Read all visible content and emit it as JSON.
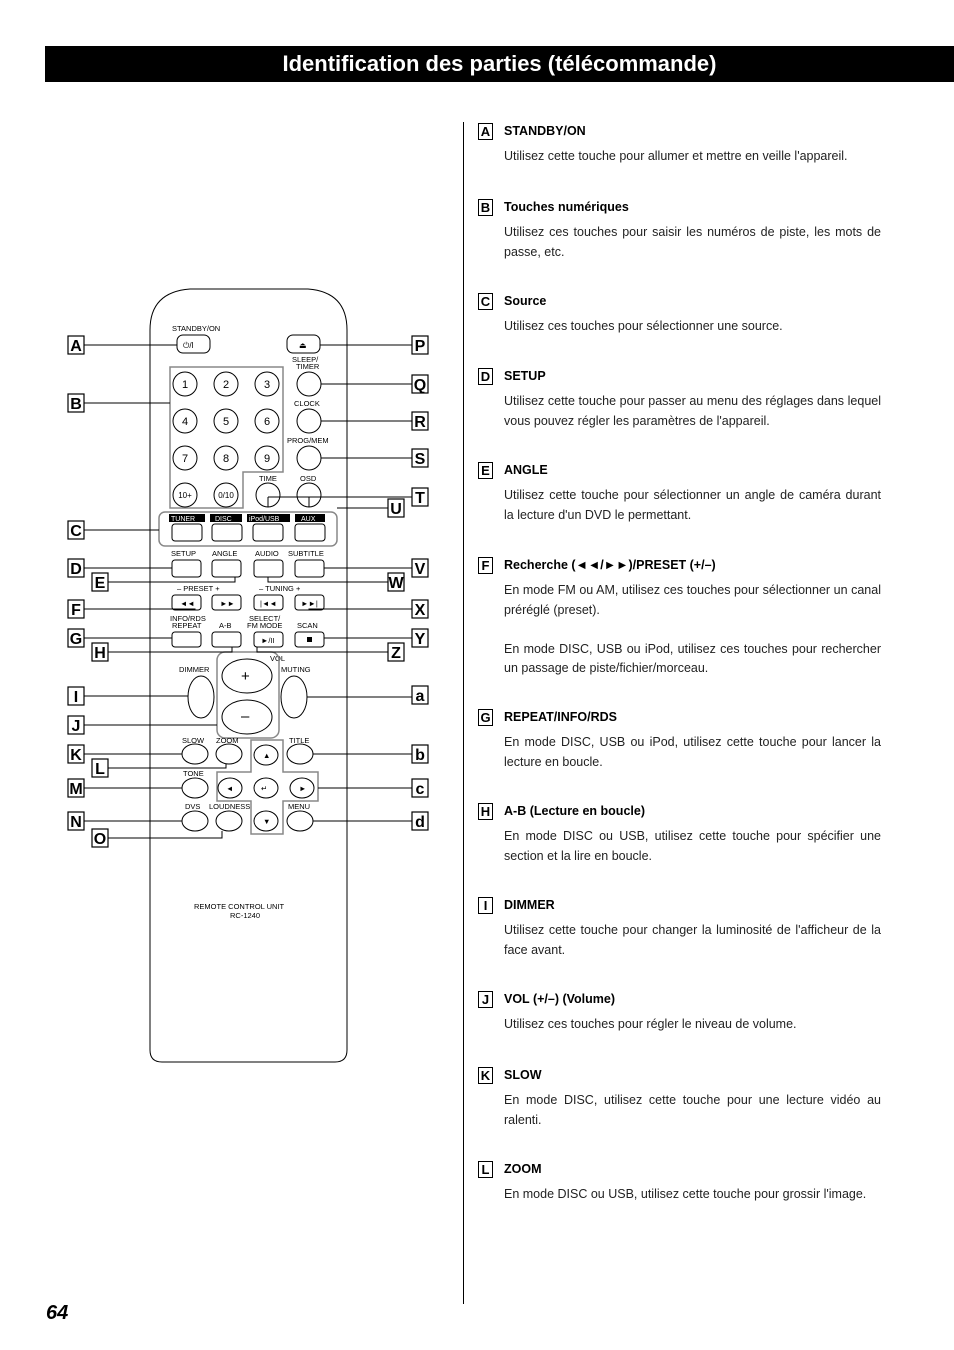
{
  "header": {
    "title": "Identification des parties (télécommande)"
  },
  "page_number": "64",
  "remote": {
    "labels": {
      "standby_on": "STANDBY/ON",
      "standby_symbol": "⏻/I",
      "eject_symbol": "⏏",
      "sleep": "SLEEP/",
      "timer": "TIMER",
      "clock": "CLOCK",
      "prog_mem": "PROG/MEM",
      "time": "TIME",
      "osd": "OSD",
      "tuner": "TUNER",
      "disc": "DISC",
      "ipod_usb": "iPod/USB",
      "aux": "AUX",
      "setup": "SETUP",
      "angle": "ANGLE",
      "audio": "AUDIO",
      "subtitle": "SUBTITLE",
      "preset": "–  PRESET  +",
      "tuning": "–  TUNING  +",
      "info_rds": "INFO/RDS",
      "repeat": "REPEAT",
      "a_b": "A-B",
      "select": "SELECT/",
      "fm_mode": "FM MODE",
      "scan": "SCAN",
      "vol": "VOL",
      "dimmer": "DIMMER",
      "muting": "MUTING",
      "vol_plus": "+",
      "vol_minus": "–",
      "slow": "SLOW",
      "zoom": "ZOOM",
      "title": "TITLE",
      "tone": "TONE",
      "dvs": "DVS",
      "loudness": "LOUDNESS",
      "menu": "MENU",
      "unit": "REMOTE CONTROL UNIT",
      "model": "RC-1240"
    },
    "number_keys": [
      "1",
      "2",
      "3",
      "4",
      "5",
      "6",
      "7",
      "8",
      "9",
      "10+",
      "0/10"
    ],
    "callouts_left": [
      "A",
      "B",
      "C",
      "D",
      "E",
      "F",
      "G",
      "H",
      "I",
      "J",
      "K",
      "L",
      "M",
      "N",
      "O"
    ],
    "callouts_right": [
      "P",
      "Q",
      "R",
      "S",
      "T",
      "U",
      "V",
      "W",
      "X",
      "Y",
      "Z",
      "a",
      "b",
      "c",
      "d"
    ]
  },
  "entries": [
    {
      "letter": "A",
      "title": "STANDBY/ON",
      "paragraphs": [
        "Utilisez cette touche pour allumer et mettre en veille l'appareil."
      ]
    },
    {
      "letter": "B",
      "title": "Touches numériques",
      "paragraphs": [
        "Utilisez ces touches pour saisir les numéros de piste, les mots de passe, etc."
      ]
    },
    {
      "letter": "C",
      "title": "Source",
      "paragraphs": [
        "Utilisez ces touches pour sélectionner une source."
      ]
    },
    {
      "letter": "D",
      "title": "SETUP",
      "paragraphs": [
        "Utilisez cette touche pour passer au menu des réglages dans lequel vous pouvez régler les paramètres de l'appareil."
      ]
    },
    {
      "letter": "E",
      "title": "ANGLE",
      "paragraphs": [
        "Utilisez cette touche pour sélectionner un angle de caméra durant la lecture d'un DVD le permettant."
      ]
    },
    {
      "letter": "F",
      "title": "Recherche (◄◄/►►)/PRESET (+/–)",
      "paragraphs": [
        "En mode FM ou AM, utilisez ces touches pour sélectionner un canal préréglé (preset).",
        "En mode DISC, USB ou iPod, utilisez ces touches pour rechercher un passage de piste/fichier/morceau."
      ]
    },
    {
      "letter": "G",
      "title": "REPEAT/INFO/RDS",
      "paragraphs": [
        "En mode DISC, USB ou iPod, utilisez cette touche pour lancer la lecture en boucle."
      ]
    },
    {
      "letter": "H",
      "title": "A-B (Lecture en boucle)",
      "paragraphs": [
        "En mode DISC ou USB, utilisez cette touche pour spécifier une section et la lire en boucle."
      ]
    },
    {
      "letter": "I",
      "title": "DIMMER",
      "paragraphs": [
        "Utilisez cette touche pour changer la luminosité de l'afficheur de la face avant."
      ]
    },
    {
      "letter": "J",
      "title": "VOL (+/–) (Volume)",
      "paragraphs": [
        "Utilisez ces touches pour régler le niveau de volume."
      ]
    },
    {
      "letter": "K",
      "title": "SLOW",
      "paragraphs": [
        "En mode DISC, utilisez cette touche pour une lecture vidéo au ralenti."
      ]
    },
    {
      "letter": "L",
      "title": "ZOOM",
      "paragraphs": [
        "En mode DISC ou USB, utilisez cette touche pour grossir l'image."
      ]
    }
  ]
}
